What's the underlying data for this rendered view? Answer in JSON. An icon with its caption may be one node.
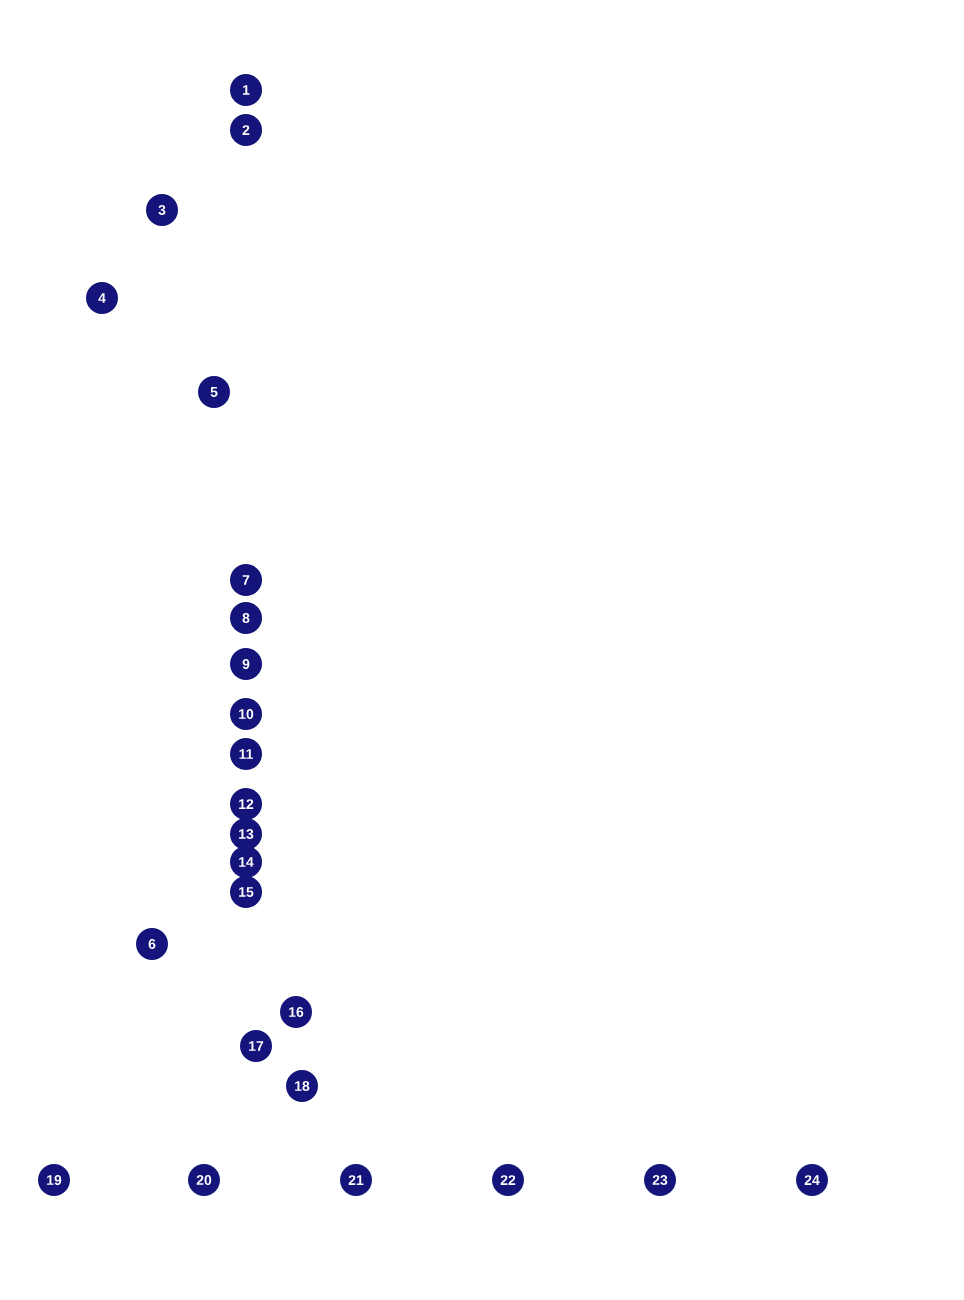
{
  "diagram": {
    "labels": [
      "1",
      "2",
      "3",
      "4",
      "5",
      "7",
      "8",
      "9",
      "10",
      "11",
      "12",
      "13",
      "14",
      "15",
      "6",
      "16",
      "17",
      "18",
      "19",
      "20",
      "21",
      "22",
      "23",
      "24"
    ]
  }
}
